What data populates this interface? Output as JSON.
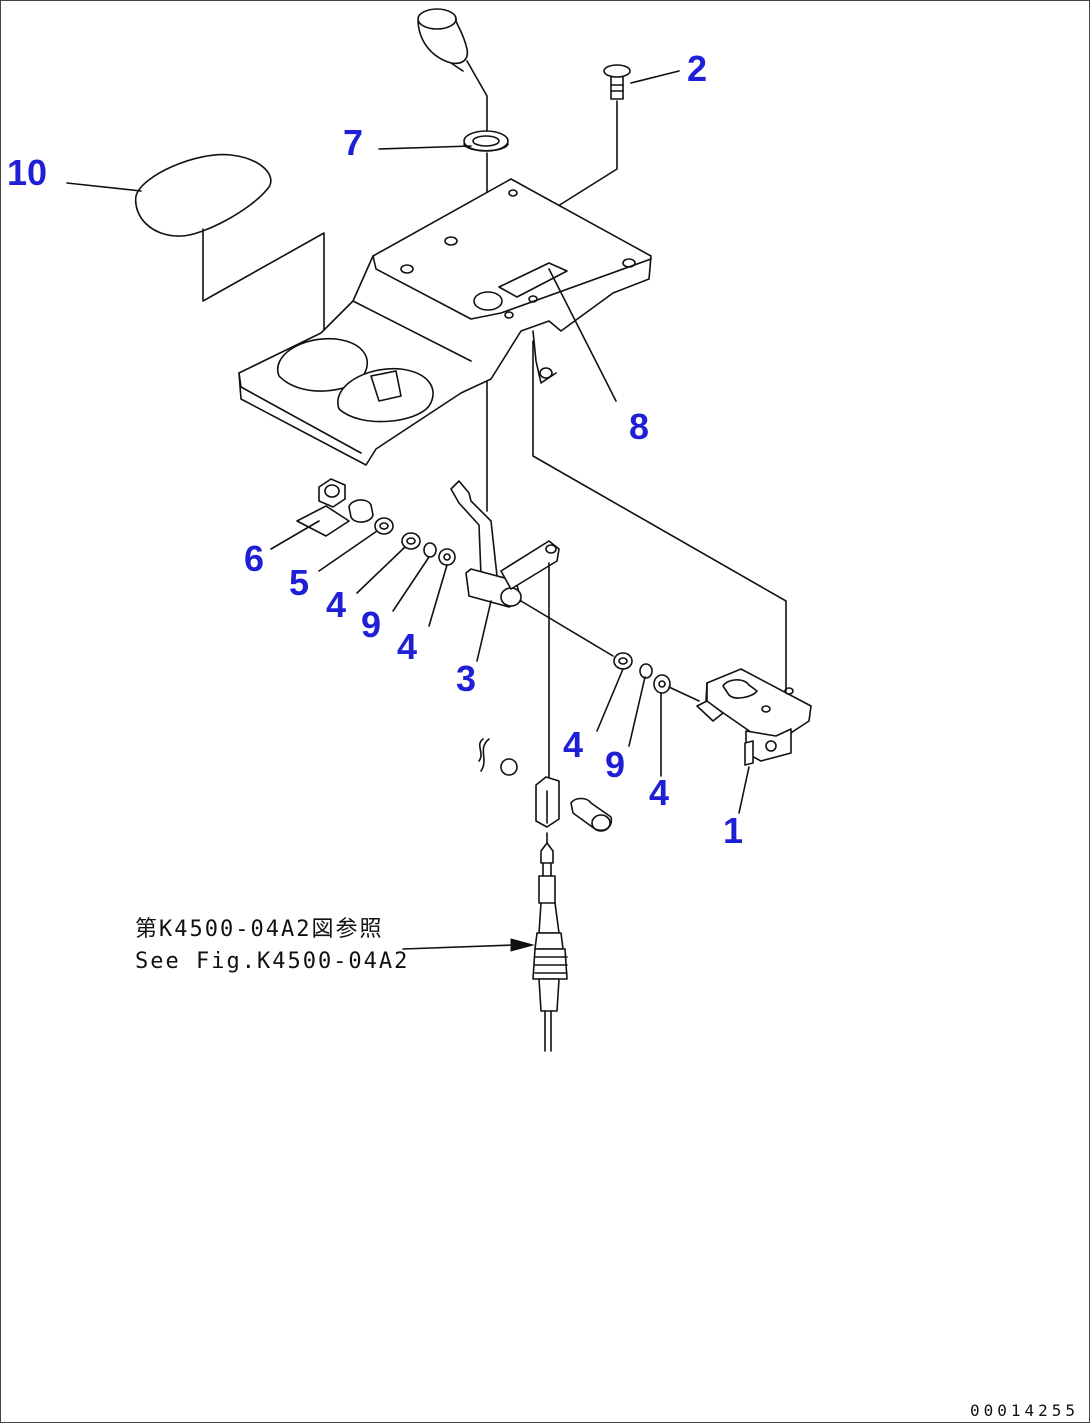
{
  "callouts": {
    "c1": "1",
    "c2": "2",
    "c3": "3",
    "c4a": "4",
    "c4b": "4",
    "c4c": "4",
    "c4d": "4",
    "c5": "5",
    "c6": "6",
    "c7": "7",
    "c8": "8",
    "c9a": "9",
    "c9b": "9",
    "c10": "10"
  },
  "reference": {
    "japanese": "第K4500-04A2図参照",
    "english": "See Fig.K4500-04A2"
  },
  "drawing_number": "00014255",
  "colors": {
    "callout": "#1f1fd6",
    "line": "#111111"
  }
}
